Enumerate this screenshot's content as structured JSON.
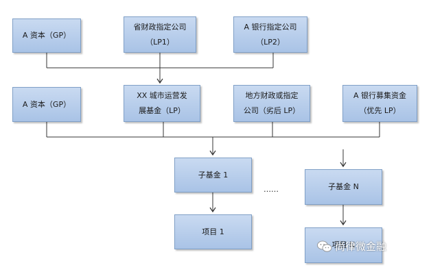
{
  "row1": {
    "a_capital_gp": "A 资本（GP）",
    "provincial_finance": {
      "line1": "省财政指定公司",
      "line2": "（LP1）"
    },
    "a_bank_company": {
      "line1": "A 银行指定公司",
      "line2": "（LP2）"
    }
  },
  "row2": {
    "a_capital_gp": "A 资本（GP）",
    "city_fund": {
      "line1": "XX 城市运营发",
      "line2": "展基金（LP）"
    },
    "local_finance": {
      "line1": "地方财政或指定",
      "line2": "公司（劣后 LP）"
    },
    "a_bank_funds": {
      "line1": "A 银行募集资金",
      "line2": "（优先 LP）"
    }
  },
  "subfund_1": "子基金 1",
  "subfund_n": "子基金 N",
  "project_1": "项目 1",
  "project_n": "项目 N",
  "ellipsis": "……",
  "watermark": "尚律微金融"
}
